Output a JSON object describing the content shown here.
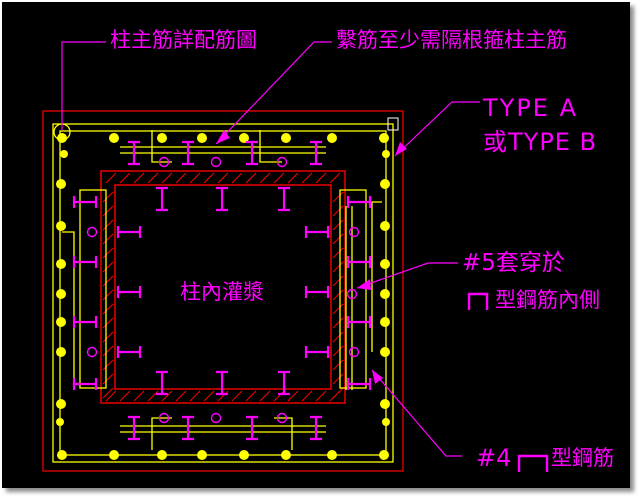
{
  "labels": {
    "column_rebar_detail": "柱主筋詳配筋圖",
    "tie_requirement": "繫筋至少需隔根箍柱主筋",
    "type_line_1": "TYPE A",
    "type_line_2": "或TYPE B",
    "bar5_line_1": "#5套穿於",
    "bar5_line_2": "型鋼筋內側",
    "column_grout": "柱內灌漿",
    "bar4_prefix": "#4",
    "bar4_suffix": "型鋼筋"
  },
  "colors": {
    "background": "#000000",
    "annotation": "#ff00ff",
    "outline_red": "#ff0000",
    "rebar_yellow": "#ffff00",
    "frame_white": "#ffffff"
  },
  "icons": {
    "u_bar_symbol": "u-shaped-bar-icon"
  }
}
